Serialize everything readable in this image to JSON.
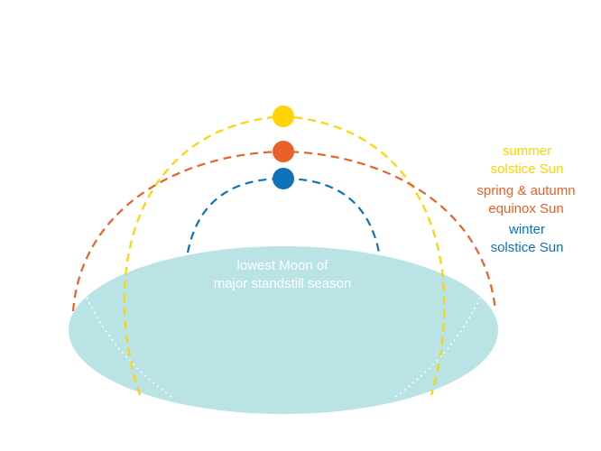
{
  "ground": {
    "label_line1": "lowest Moon of",
    "label_line2": "major standstill season",
    "color": "#b9e3e4"
  },
  "legend": [
    {
      "key": "summer",
      "line1": "summer",
      "line2": "solstice Sun",
      "color": "#ffd400"
    },
    {
      "key": "equinox",
      "line1": "spring & autumn",
      "line2": "equinox Sun",
      "color": "#e8602a"
    },
    {
      "key": "winter",
      "line1": "winter",
      "line2": "solstice Sun",
      "color": "#0e72b9"
    }
  ],
  "colors": {
    "summer": "#ffd400",
    "equinox": "#e8602a",
    "winter": "#0e72b9",
    "background": "#ffffff"
  }
}
